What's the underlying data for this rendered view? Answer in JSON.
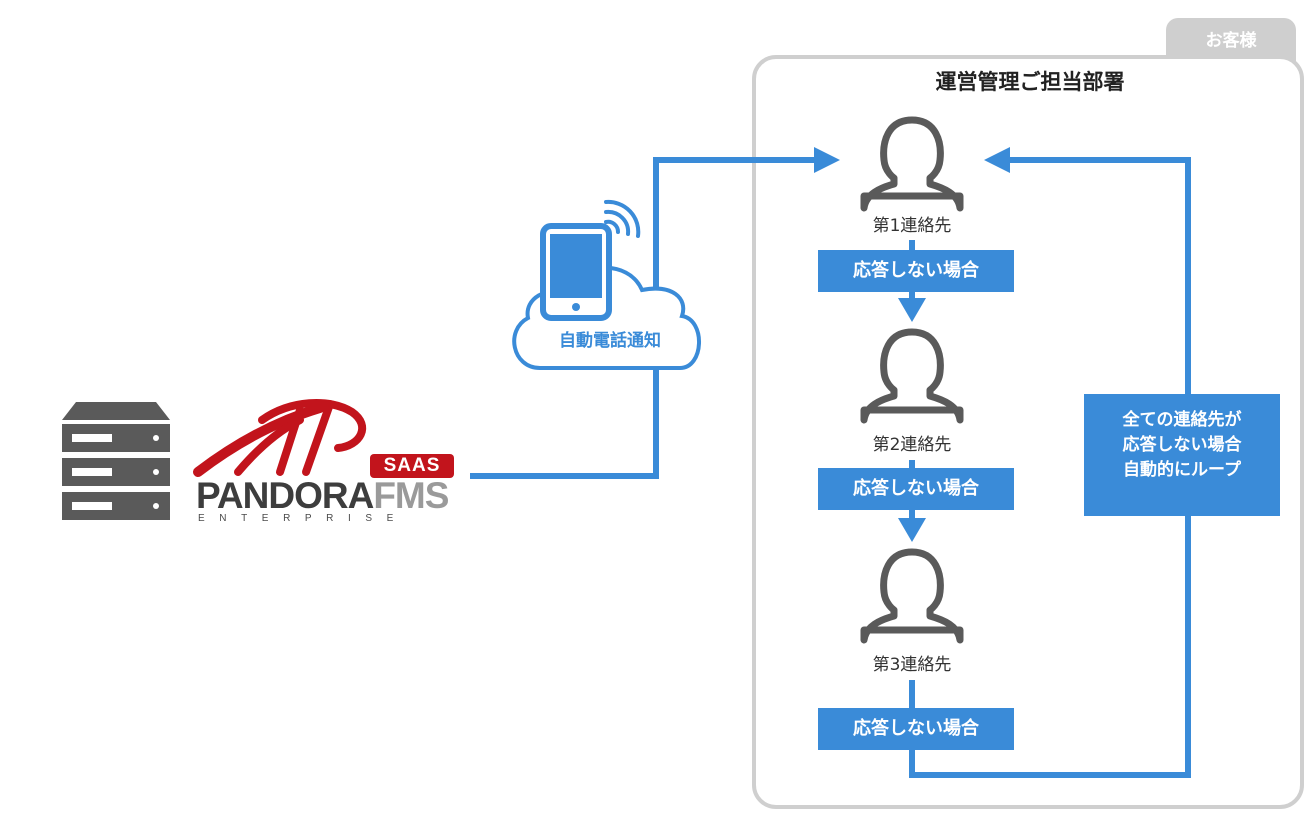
{
  "customer_tab": "お客様",
  "department_title": "運営管理ご担当部署",
  "contacts": [
    {
      "label": "第1連絡先"
    },
    {
      "label": "第2連絡先"
    },
    {
      "label": "第3連絡先"
    }
  ],
  "no_response_label": "応答しない場合",
  "loop_note": {
    "lines": [
      "全ての連絡先が",
      "応答しない場合",
      "自動的にループ"
    ]
  },
  "cloud_label": "自動電話通知",
  "brand": {
    "name_main": "PANDORA",
    "name_accent": "FMS",
    "sub": "ENTERPRISE",
    "badge": "SAAS"
  },
  "colors": {
    "accent_blue": "#3a8bd8",
    "gray_icon": "#5a5a5a",
    "brand_red": "#c2141c",
    "box_border": "#cfcfcf"
  },
  "icons": [
    "server-icon",
    "smartphone-icon",
    "cloud-icon",
    "person-icon",
    "signal-icon"
  ]
}
